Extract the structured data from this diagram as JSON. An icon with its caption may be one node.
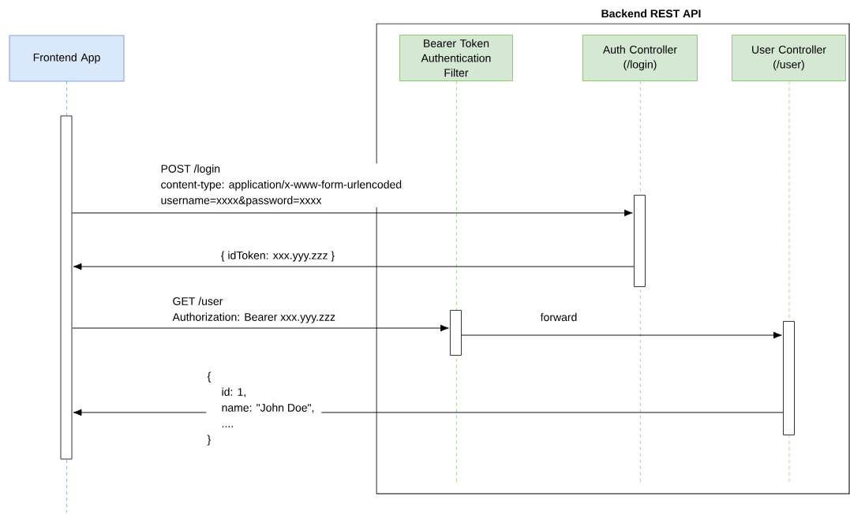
{
  "diagram": {
    "nodes": [
      {
        "text": [
          "Frontend App"
        ]
      },
      {
        "text": [
          "Backend REST API"
        ]
      },
      {
        "text": [
          "Bearer Token Authentication Filter"
        ],
        "in": 1
      },
      {
        "text": [
          "Auth Controller (/login)"
        ],
        "in": 1
      },
      {
        "text": [
          "User Controller (/user)"
        ],
        "in": 1
      },
      {
        "text": [],
        "shape": "bar"
      },
      {
        "text": [],
        "shape": "bar",
        "in": 1
      },
      {
        "text": [],
        "shape": "bar",
        "in": 1
      },
      {
        "text": [],
        "shape": "bar",
        "in": 1
      }
    ],
    "edges": [
      {
        "from": 5,
        "to": 7,
        "arrow": "to",
        "label": "POST /login content-type: application/x-www-form-urlencoded username=xxxx&password=xxxx"
      },
      {
        "from": 7,
        "to": 5,
        "arrow": "to",
        "label": "{ idToken: xxx.yyy.zzz }"
      },
      {
        "from": 5,
        "to": 6,
        "arrow": "to",
        "label": "GET /user Authorization: Bearer xxx.yyy.zzz"
      },
      {
        "from": 6,
        "to": 8,
        "arrow": "to",
        "label": "forward"
      },
      {
        "from": 8,
        "to": 5,
        "arrow": "to",
        "label": "{ id: 1, name: \"John Doe\", .... }"
      }
    ]
  }
}
